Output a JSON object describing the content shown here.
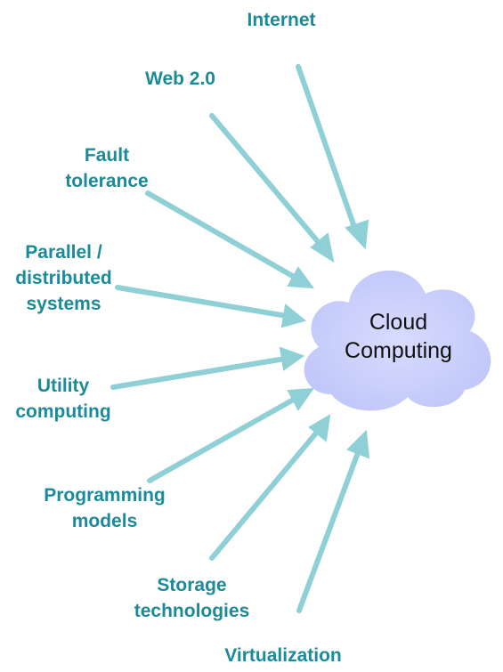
{
  "diagram": {
    "center": {
      "line1": "Cloud",
      "line2": "Computing"
    },
    "sources": [
      {
        "id": "internet",
        "lines": [
          "Internet"
        ]
      },
      {
        "id": "web20",
        "lines": [
          "Web 2.0"
        ]
      },
      {
        "id": "fault-tolerance",
        "lines": [
          "Fault",
          "tolerance"
        ]
      },
      {
        "id": "parallel",
        "lines": [
          "Parallel /",
          "distributed",
          "systems"
        ]
      },
      {
        "id": "utility",
        "lines": [
          "Utility",
          "computing"
        ]
      },
      {
        "id": "programming",
        "lines": [
          "Programming",
          "models"
        ]
      },
      {
        "id": "storage",
        "lines": [
          "Storage",
          "technologies"
        ]
      },
      {
        "id": "virtualization",
        "lines": [
          "Virtualization"
        ]
      }
    ]
  },
  "colors": {
    "label": "#1b8a99",
    "arrow": "#8fd0d6",
    "cloud_fill": "#c8cdfb",
    "cloud_text": "#111111"
  }
}
